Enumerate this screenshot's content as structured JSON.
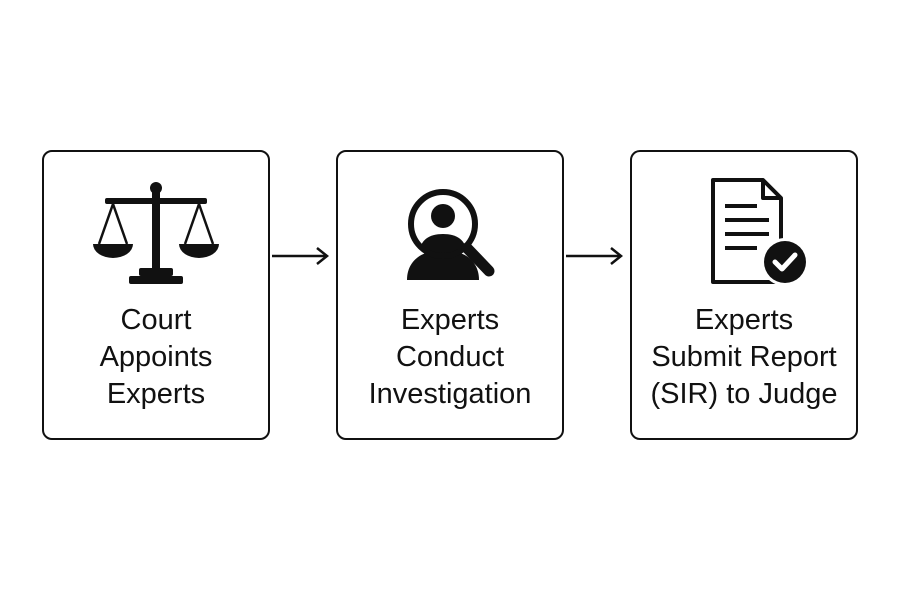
{
  "flow": {
    "steps": [
      {
        "icon": "scales-of-justice-icon",
        "lines": [
          "Court",
          "Appoints",
          "Experts"
        ]
      },
      {
        "icon": "magnifier-person-icon",
        "lines": [
          "Experts",
          "Conduct",
          "Investigation"
        ]
      },
      {
        "icon": "document-check-icon",
        "lines": [
          "Experts",
          "Submit Report",
          "(SIR) to Judge"
        ]
      }
    ],
    "connector_icon": "arrow-right-icon"
  },
  "colors": {
    "stroke": "#111111",
    "background": "#ffffff"
  }
}
